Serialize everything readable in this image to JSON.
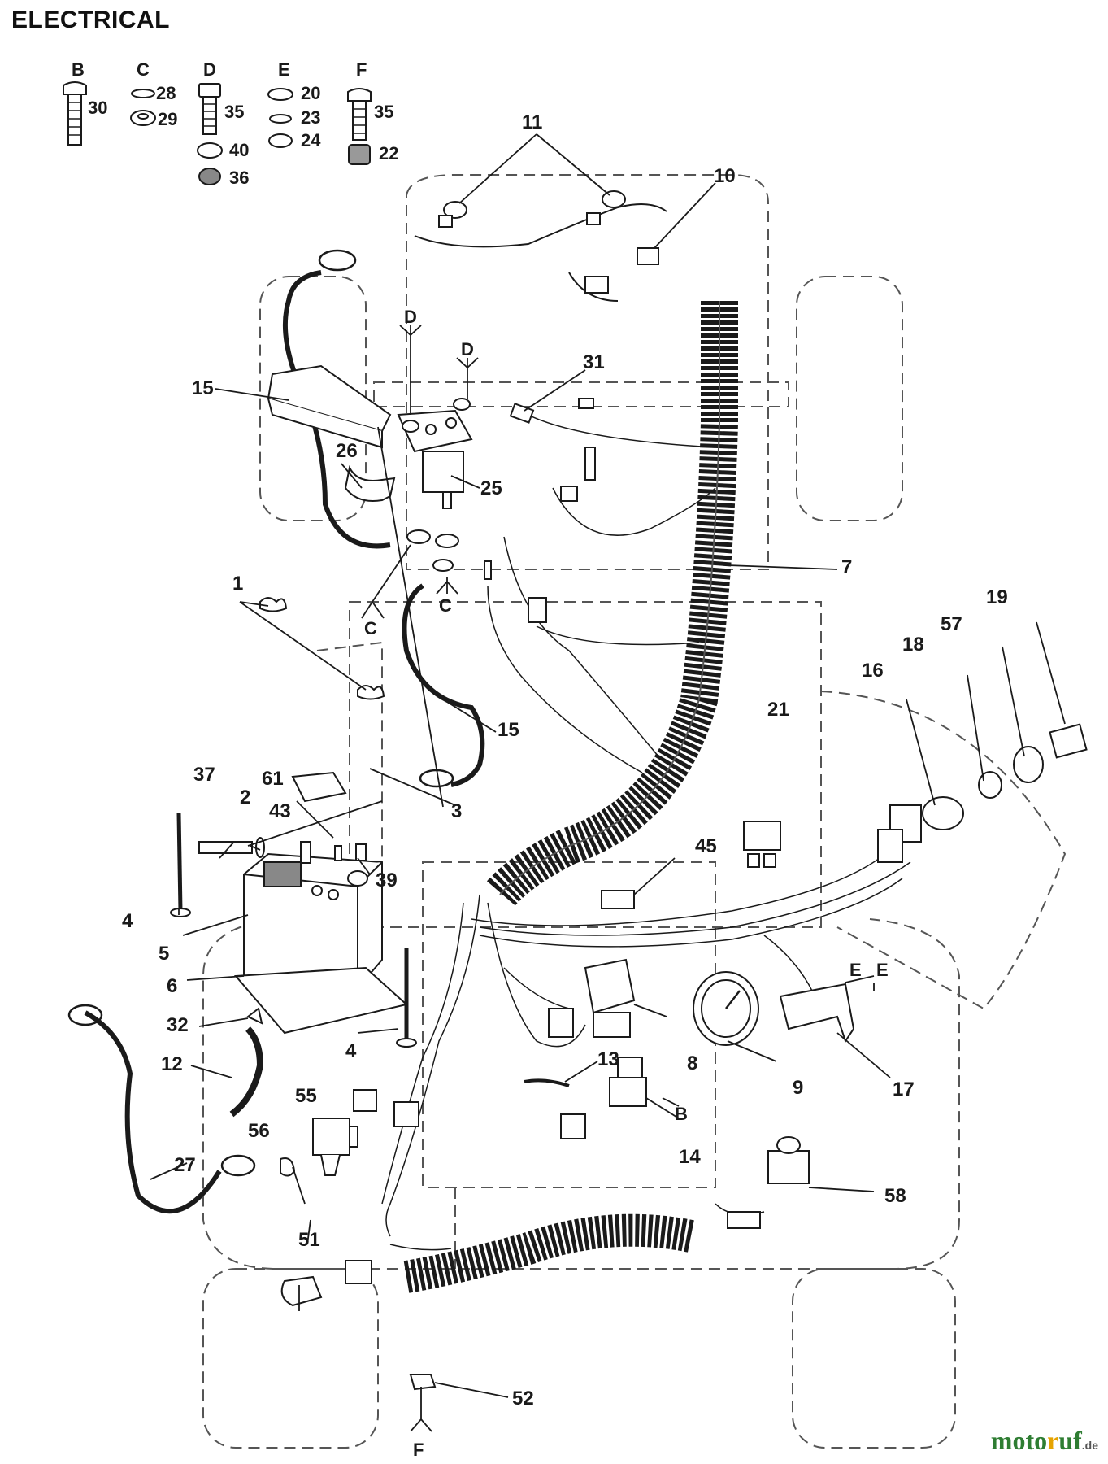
{
  "title": "ELECTRICAL",
  "hardware_groups": [
    "B",
    "C",
    "D",
    "E",
    "F"
  ],
  "hardware_numbers": {
    "B": [
      "30"
    ],
    "C": [
      "28",
      "29"
    ],
    "D": [
      "35",
      "40",
      "36"
    ],
    "E": [
      "20",
      "23",
      "24"
    ],
    "F": [
      "35",
      "22"
    ]
  },
  "callouts": [
    "1",
    "2",
    "3",
    "4",
    "4",
    "5",
    "6",
    "7",
    "8",
    "9",
    "10",
    "11",
    "12",
    "13",
    "14",
    "15",
    "15",
    "16",
    "17",
    "18",
    "19",
    "21",
    "25",
    "26",
    "27",
    "31",
    "32",
    "37",
    "39",
    "43",
    "45",
    "51",
    "52",
    "55",
    "56",
    "57",
    "58",
    "61"
  ],
  "reference_letters": [
    "D",
    "D",
    "C",
    "C",
    "B",
    "E",
    "E",
    "F"
  ],
  "watermark": {
    "brand_a": "moto",
    "brand_b": "r",
    "brand_c": "uf",
    "suffix": ".de"
  },
  "colors": {
    "ink": "#1a1a1a",
    "dash": "#555555",
    "watermark_green": "#2e7d32",
    "watermark_orange": "#e6a300"
  }
}
